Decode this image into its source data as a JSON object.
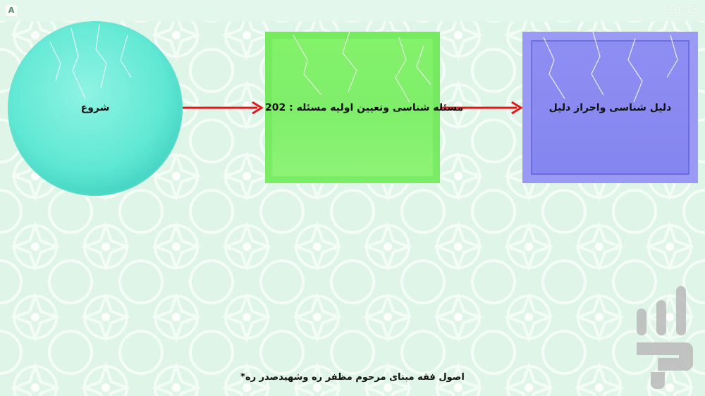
{
  "statusbar": {
    "notification_icon": "A",
    "time": "10:43"
  },
  "flow": {
    "start_label": "شروع",
    "step1_label": "202 : مسئله شناسی وتعیین اولیه مسئله",
    "step2_label": "دلیل شناسی واحراز دلیل"
  },
  "footnote": "*اصول فقه مبنای مرحوم مظفر ره وشهیدصدر ره",
  "colors": {
    "start_node": "#5fe8d4",
    "step1_node": "#84f26a",
    "step2_node": "#8787f0",
    "arrow": "#e3161b",
    "background": "#dff5e8"
  },
  "icons": {
    "brand_logo": "bazaar-logo-icon",
    "arrows": "right-arrow-icon",
    "notification": "notification-a-icon"
  }
}
